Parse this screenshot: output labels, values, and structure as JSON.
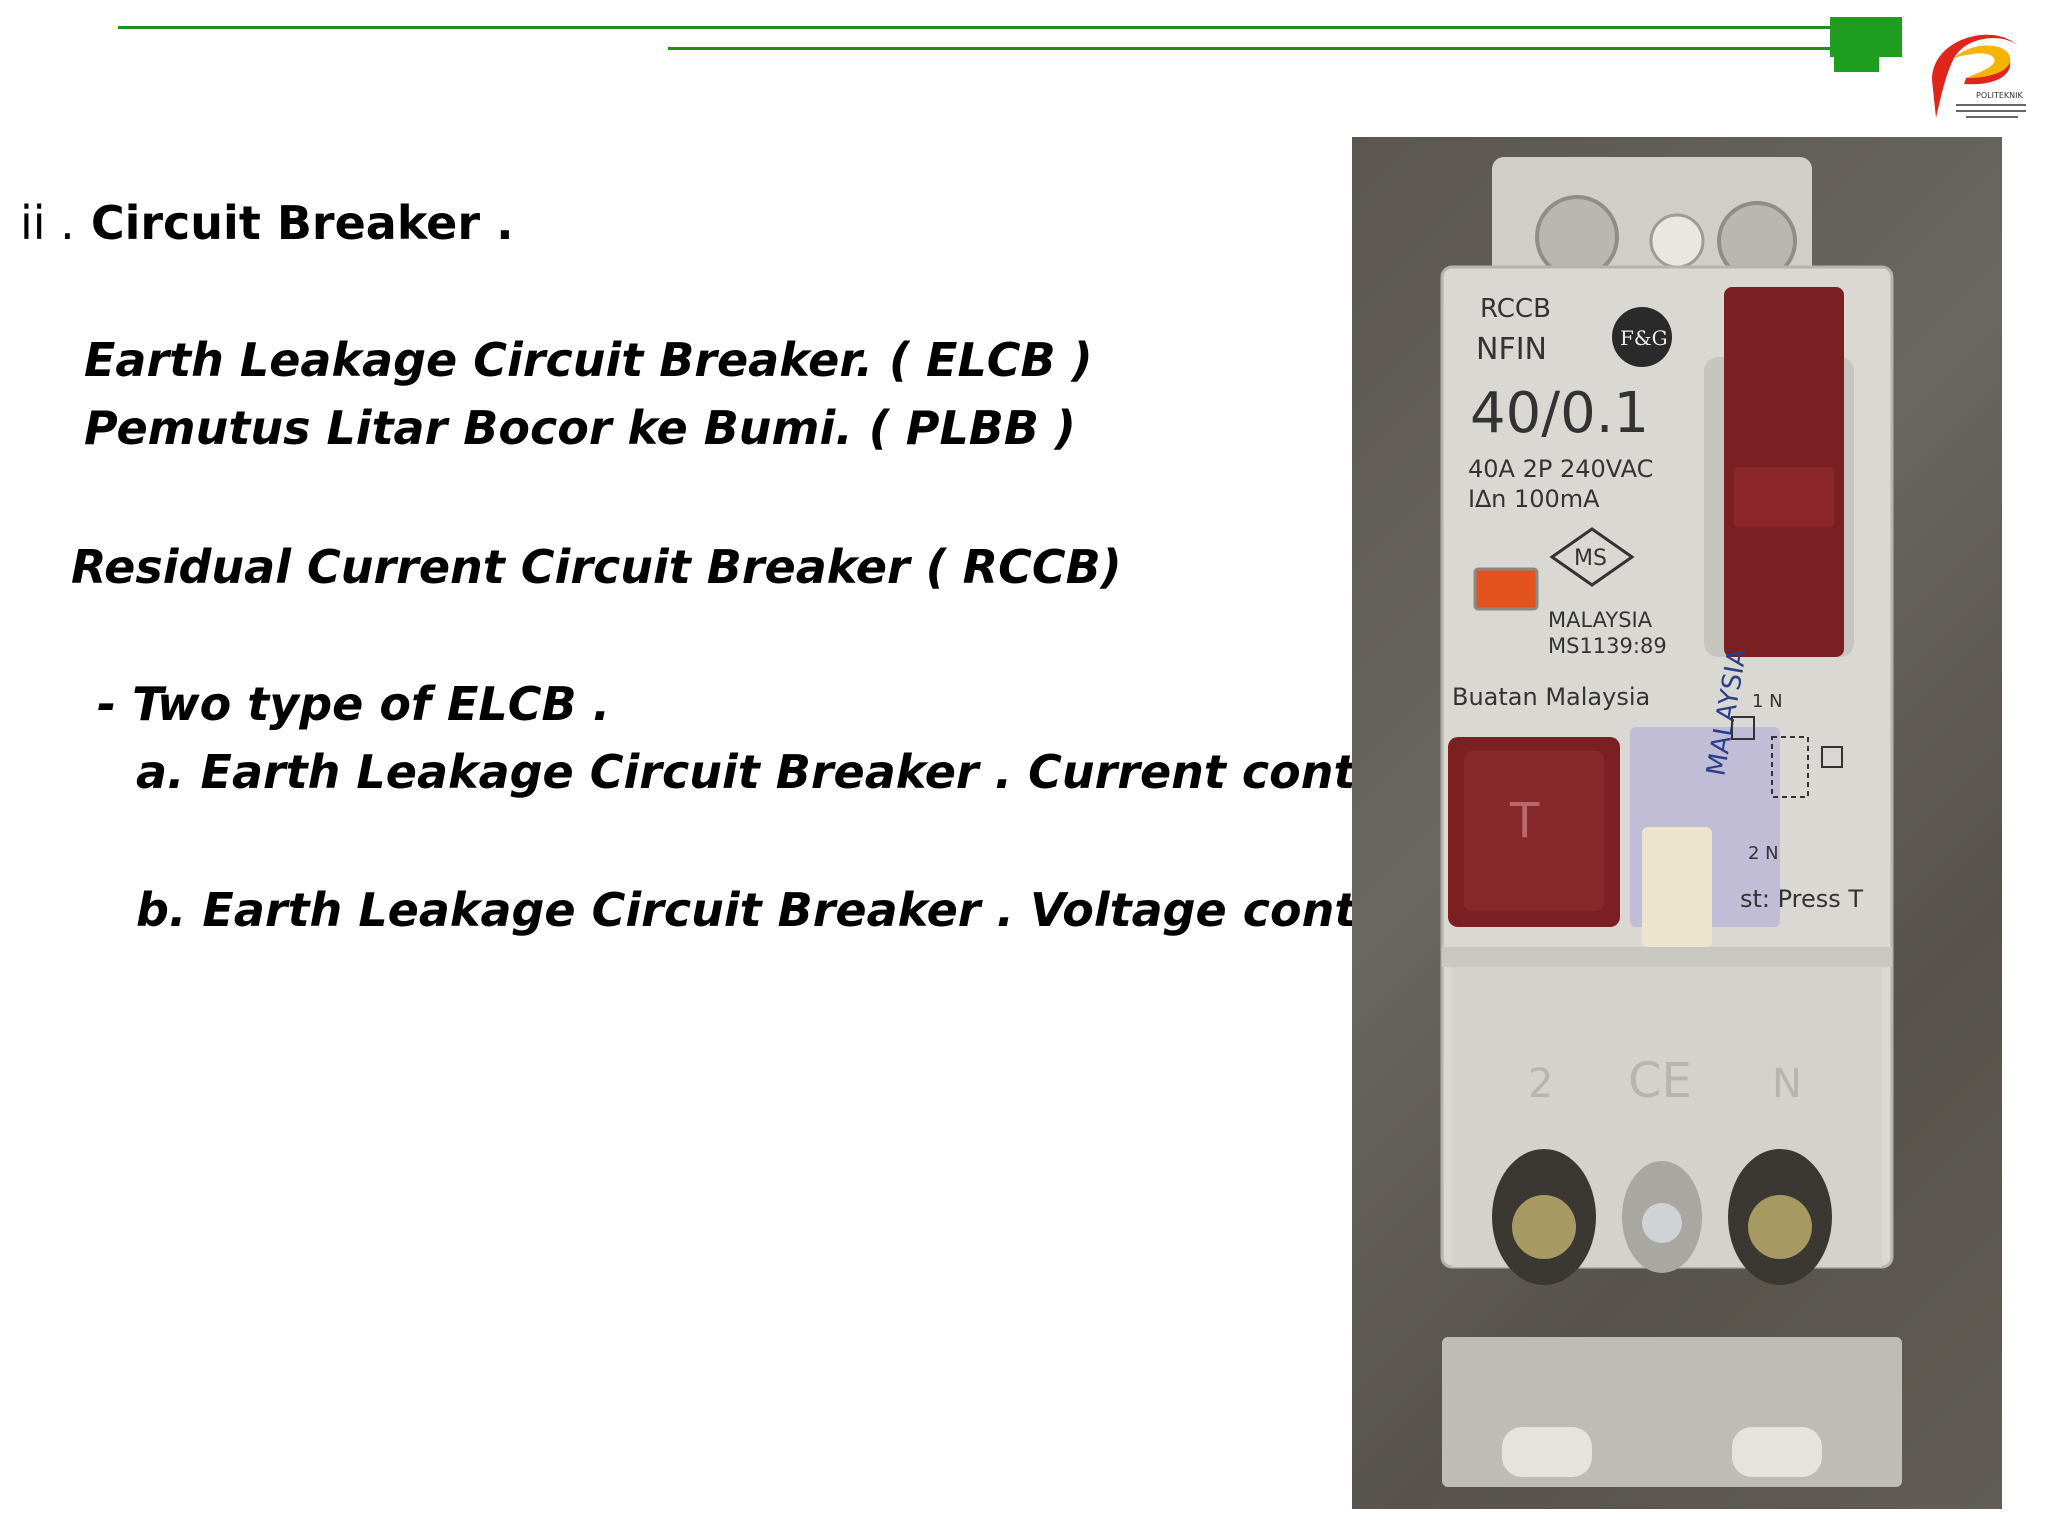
{
  "slide": {
    "heading_prefix": "ii .",
    "heading": "Circuit Breaker .",
    "line_elcb": "Earth Leakage Circuit Breaker. ( ELCB )",
    "line_plbb": "Pemutus Litar Bocor ke Bumi. ( PLBB )",
    "line_rccb": "Residual Current Circuit Breaker ( RCCB)",
    "line_types": "- Two type of ELCB .",
    "item_a": "a. Earth Leakage Circuit Breaker . Current control.",
    "item_b": "b. Earth Leakage Circuit Breaker . Voltage control."
  },
  "logo": {
    "text": "POLITEKNIK"
  },
  "photo_labels": {
    "type": "RCCB",
    "model": "NFIN",
    "brand": "F&G",
    "rating": "40/0.1",
    "spec1": "40A 2P 240VAC",
    "spec2": "I∆n 100mA",
    "ms_mark": "MS",
    "country": "MALAYSIA",
    "standard": "MS1139:89",
    "made_in": "Buatan Malaysia",
    "test_button": "T",
    "test_text": "st: Press  T",
    "terminal_top": "1 N",
    "terminal_bottom_small": "2 N",
    "terminal_left": "2",
    "terminal_right": "N",
    "ce_mark": "CE",
    "sticker": "MALAYSIA"
  },
  "colors": {
    "accent_green": "#1f8f1f",
    "logo_red": "#e0261c",
    "logo_yellow": "#f4b400",
    "breaker_body": "#d9d8d2",
    "breaker_red": "#7a1f22",
    "indicator_orange": "#e4531d"
  }
}
